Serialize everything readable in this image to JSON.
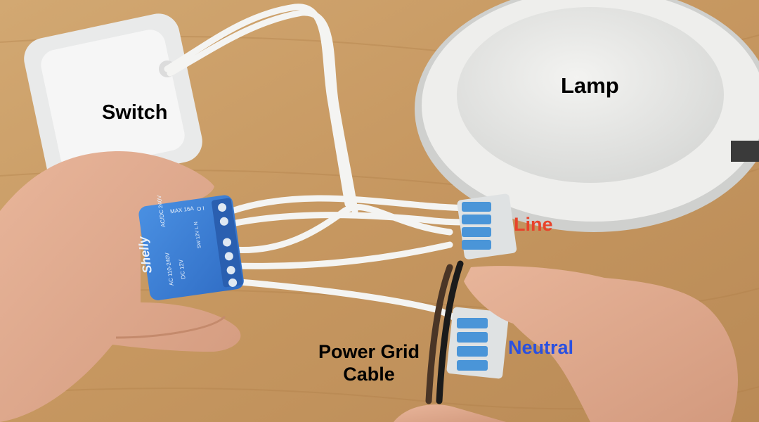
{
  "labels": {
    "switch": "Switch",
    "lamp": "Lamp",
    "line": "Line",
    "neutral": "Neutral",
    "power_grid_line1": "Power Grid",
    "power_grid_line2": "Cable"
  },
  "device": {
    "brand": "Shelly",
    "rating": "MAX 16A",
    "voltage_ac_dc": "AC/DC 240V",
    "terminals_top": "O  I",
    "terminals_bottom": "SW 12V  L  N",
    "dc_rating": "DC 12V",
    "ac_rating": "AC 110-240V"
  },
  "colors": {
    "table": "#c89a63",
    "line_label": "#e8432b",
    "neutral_label": "#2a50e0",
    "shelly_blue": "#3b7fd6",
    "wire": "#f4f4f2",
    "connector": "#4a95d8"
  }
}
